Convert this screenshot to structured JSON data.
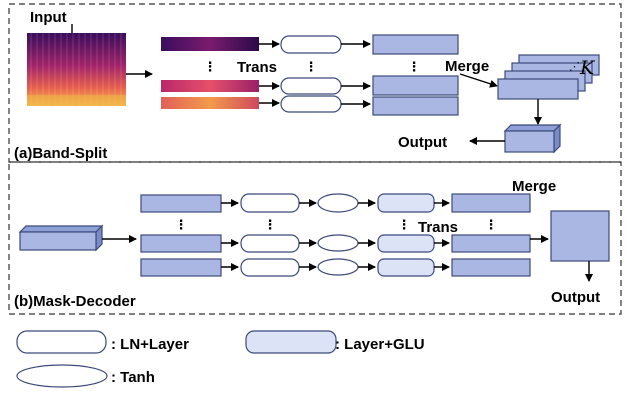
{
  "panel_a": {
    "title": "(a)Band-Split",
    "input_label": "Input",
    "trans_label": "Trans",
    "merge_label": "Merge",
    "output_label": "Output",
    "k_label": "K",
    "ellipsis": "⋮",
    "ellipsis_small": "⋰"
  },
  "panel_b": {
    "title": "(b)Mask-Decoder",
    "trans_label": "Trans",
    "merge_label": "Merge",
    "output_label": "Output",
    "ellipsis": "⋮"
  },
  "legend": {
    "items": [
      {
        "label": ": LN+Layer",
        "shape": "rounded-rect-white"
      },
      {
        "label": ": Layer+GLU",
        "shape": "rounded-rect-lavender"
      },
      {
        "label": ": Tanh",
        "shape": "ellipse"
      }
    ]
  },
  "colors": {
    "block_fill": "#aab7e3",
    "block_stroke": "#3b4a7a",
    "glu_fill": "#dde3f6",
    "spectrogram_dark": "#2a0a4a",
    "spectrogram_mid": "#c2305c",
    "spectrogram_bright": "#f6a24a",
    "dashed_border": "#333333"
  }
}
